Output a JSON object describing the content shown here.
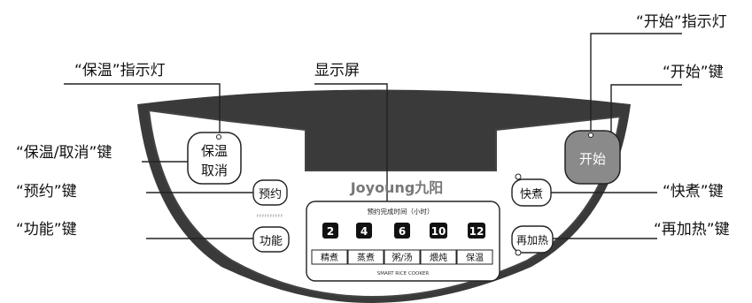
{
  "callouts": {
    "start_indicator": "“开始”指示灯",
    "keep_warm_indicator": "“保温”指示灯",
    "display": "显示屏",
    "start_key": "“开始”键",
    "keepwarm_cancel_key": "“保温/取消”键",
    "preset_key": "“预约”键",
    "function_key": "“功能”键",
    "quick_cook_key": "“快煮”键",
    "reheat_key": "“再加热”键"
  },
  "panel": {
    "brand": "Joyoung九阳",
    "keep_warm_line1": "保温",
    "keep_warm_line2": "取消",
    "preset": "预约",
    "function": "功能",
    "quick_cook": "快煮",
    "reheat": "再加热",
    "start": "开始",
    "preset_title": "预约完成时间（小时）",
    "hours": [
      "2",
      "4",
      "6",
      "10",
      "12"
    ],
    "modes": [
      "精煮",
      "蒸煮",
      "粥/汤",
      "煨炖",
      "保温"
    ],
    "product_name": "SMART RICE COOKER"
  },
  "colors": {
    "panel_rim": "#3a3a3a",
    "start_button": "#8a8a8a",
    "lines": "#222222"
  }
}
